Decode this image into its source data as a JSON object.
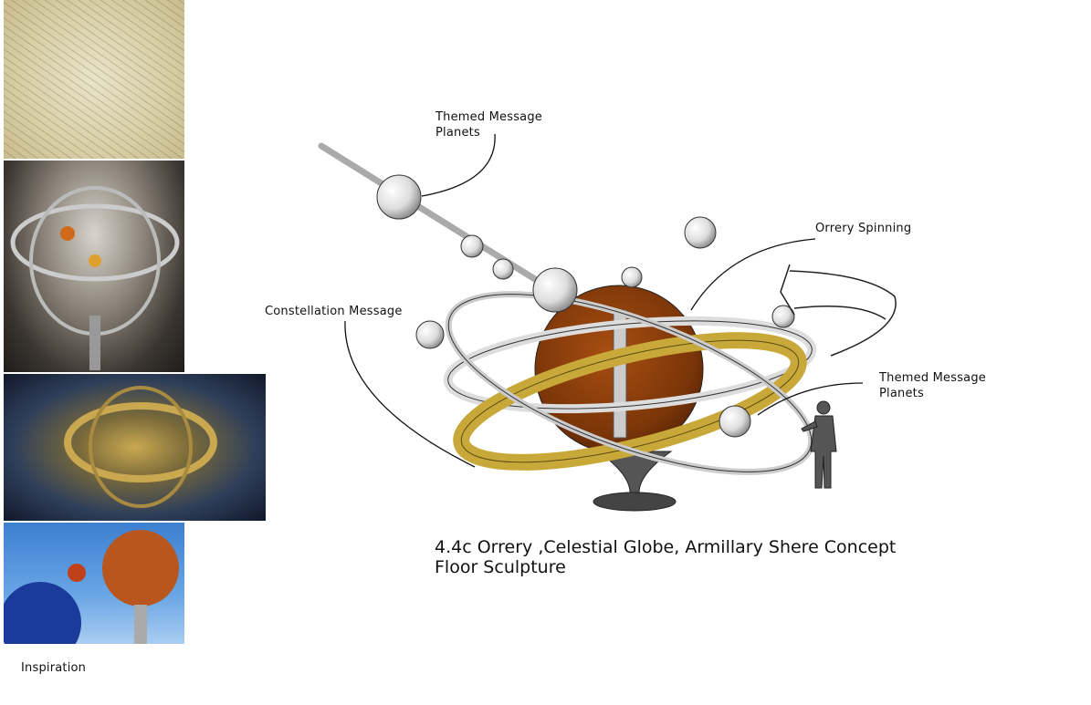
{
  "callouts": {
    "top_planets": [
      "Themed Message",
      "Planets"
    ],
    "orrery_spinning": "Orrery Spinning",
    "constellation": "Constellation Message",
    "right_planets": [
      "Themed Message",
      "Planets"
    ]
  },
  "title": [
    "4.4c Orrery ,Celestial Globe, Armillary Shere Concept",
    "Floor Sculpture"
  ],
  "inspiration_label": "Inspiration",
  "colors": {
    "globe": "#8a3d0a",
    "gold_ring": "#c9a83a",
    "silver": "#d8d8d8"
  }
}
